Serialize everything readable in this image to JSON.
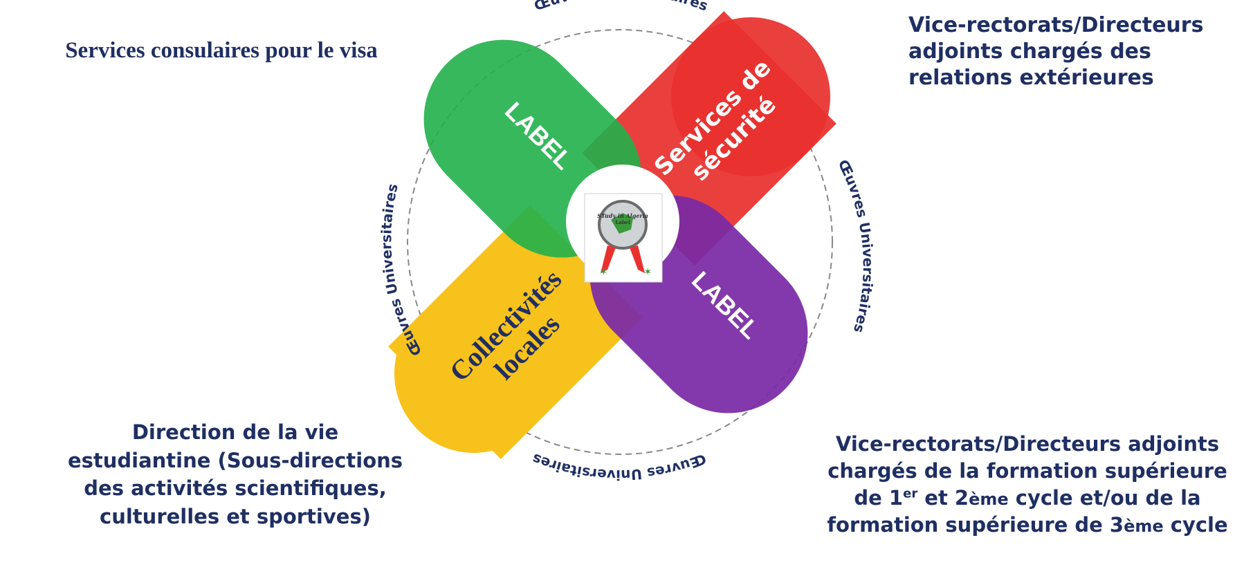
{
  "corners": {
    "top_left": "Services consulaires pour le visa",
    "top_right": "Vice-rectorats/Directeurs adjoints chargés des relations extérieures",
    "bottom_left": "Direction de la vie estudiantine (Sous-directions des activités scientifiques, culturelles et sportives)",
    "bottom_right": {
      "line1": "Vice-rectorats/Directeurs adjoints",
      "line2": "chargés de la formation supérieure",
      "line3_pre": "de 1",
      "line3_sup": "er",
      "line3_mid": " et 2",
      "line3_me": "ème",
      "line3_post": " cycle et/ou de la",
      "line4_pre": "formation supérieure de 3",
      "line4_me": "ème",
      "line4_post": " cycle"
    }
  },
  "circle_labels": {
    "top": "Œuvres Universitaires",
    "left": "Œuvres Universitaires",
    "right": "Œuvres Universitaires",
    "bottom": "Œuvres Universitaires"
  },
  "bands": {
    "green": {
      "label": "LABEL",
      "color": "#21b04b"
    },
    "red": {
      "line1": "Services de",
      "line2": "sécurité",
      "color": "#e8312e"
    },
    "yellow": {
      "line1": "Collectivités",
      "line2": "locales",
      "color": "#f7c21b"
    },
    "purple": {
      "label": "LABEL",
      "color": "#7a2aa5"
    }
  },
  "logo": {
    "line1": "STudy in Algeria",
    "line2": "Label"
  },
  "colors": {
    "text_navy": "#1f2f63",
    "dashed_circle": "#888888"
  }
}
